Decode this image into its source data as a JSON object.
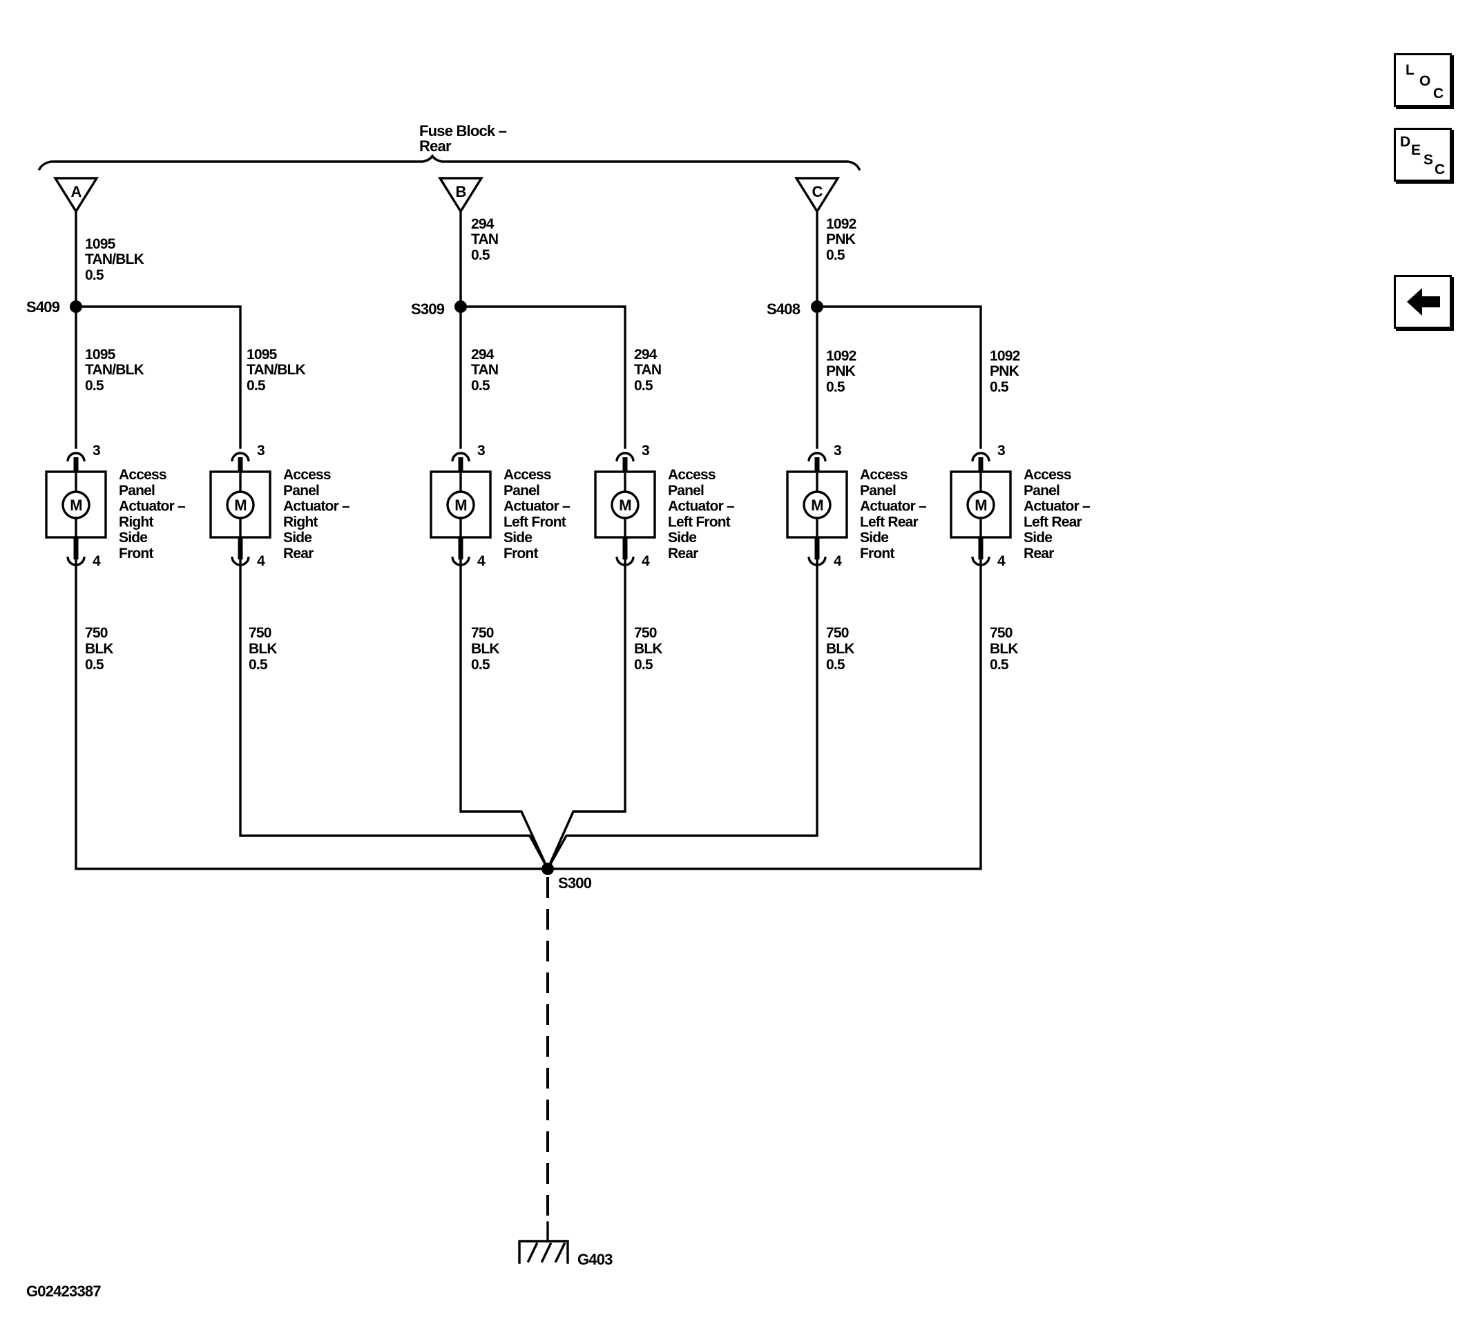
{
  "fuse_block": {
    "line1": "Fuse Block –",
    "line2": "Rear"
  },
  "terminals": {
    "a": "A",
    "b": "B",
    "c": "C"
  },
  "splices": {
    "s409": "S409",
    "s309": "S309",
    "s408": "S408",
    "s300": "S300"
  },
  "ground": "G403",
  "figure_id": "G02423387",
  "wires": {
    "a_feed": [
      "1095",
      "TAN/BLK",
      "0.5"
    ],
    "b_feed": [
      "294",
      "TAN",
      "0.5"
    ],
    "c_feed": [
      "1092",
      "PNK",
      "0.5"
    ],
    "m1_feed": [
      "1095",
      "TAN/BLK",
      "0.5"
    ],
    "m2_feed": [
      "1095",
      "TAN/BLK",
      "0.5"
    ],
    "m3_feed": [
      "294",
      "TAN",
      "0.5"
    ],
    "m4_feed": [
      "294",
      "TAN",
      "0.5"
    ],
    "m5_feed": [
      "1092",
      "PNK",
      "0.5"
    ],
    "m6_feed": [
      "1092",
      "PNK",
      "0.5"
    ],
    "ground_wire": [
      "750",
      "BLK",
      "0.5"
    ]
  },
  "pins": {
    "top": "3",
    "bottom": "4"
  },
  "motor_symbol": "M",
  "actuators": [
    [
      "Access",
      "Panel",
      "Actuator –",
      "Right",
      "Side",
      "Front"
    ],
    [
      "Access",
      "Panel",
      "Actuator –",
      "Right",
      "Side",
      "Rear"
    ],
    [
      "Access",
      "Panel",
      "Actuator –",
      "Left Front",
      "Side",
      "Front"
    ],
    [
      "Access",
      "Panel",
      "Actuator –",
      "Left Front",
      "Side",
      "Rear"
    ],
    [
      "Access",
      "Panel",
      "Actuator –",
      "Left Rear",
      "Side",
      "Front"
    ],
    [
      "Access",
      "Panel",
      "Actuator –",
      "Left Rear",
      "Side",
      "Rear"
    ]
  ],
  "nav": {
    "loc": [
      "L",
      "O",
      "C"
    ],
    "desc": [
      "D",
      "E",
      "S",
      "C"
    ],
    "back_icon": "left-arrow-icon"
  }
}
